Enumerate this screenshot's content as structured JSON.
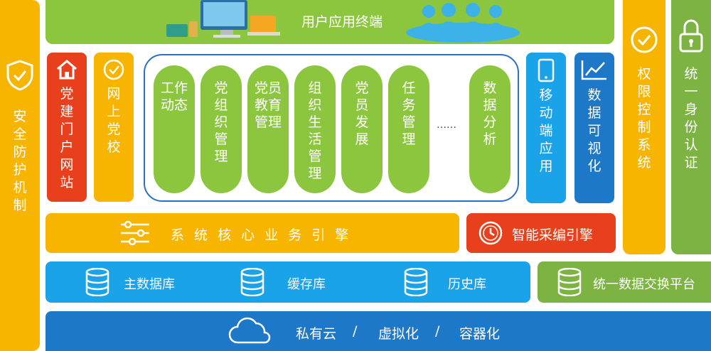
{
  "top_bar": {
    "label": "用户应用终端"
  },
  "left_col": {
    "label": "安全防护机制"
  },
  "right_col1": {
    "label": "权限控制系统"
  },
  "right_col2": {
    "label": "统一身份认证"
  },
  "party_portal": {
    "label": "党建门户网站"
  },
  "online_school": {
    "label": "网上党校"
  },
  "modules": [
    {
      "label": "工作动态"
    },
    {
      "label": "党组织管理"
    },
    {
      "label": "党员教育管理"
    },
    {
      "label": "组织生活管理"
    },
    {
      "label": "党员发展"
    },
    {
      "label": "任务管理"
    },
    {
      "label": "数据分析"
    }
  ],
  "ellipsis": "……",
  "mobile_app": {
    "label": "移动端应用"
  },
  "data_vis": {
    "label": "数据可视化"
  },
  "core_engine": {
    "label": "系 统 核 心 业 务 引 擎"
  },
  "smart_engine": {
    "label": "智能采编引擎"
  },
  "databases": [
    {
      "label": "主数据库"
    },
    {
      "label": "缓存库"
    },
    {
      "label": "历史库"
    }
  ],
  "exchange": {
    "label": "统一数据交换平台"
  },
  "bottom_bar": {
    "items": [
      "私有云",
      "/",
      "虚拟化",
      "/",
      "容器化"
    ]
  },
  "colors": {
    "green": "#8cc63f",
    "yellow": "#f7b500",
    "red": "#e8401c",
    "blue": "#1aa3e8",
    "dark_blue": "#1e78c8",
    "grey_green": "#7cb342"
  },
  "icons": [
    "shield-icon",
    "lock-icon",
    "home-icon",
    "check-circle-icon",
    "devices-icon",
    "users-icon",
    "check-circle-icon",
    "phone-icon",
    "chart-icon",
    "sliders-icon",
    "clock-icon",
    "database-icon",
    "cloud-icon"
  ]
}
